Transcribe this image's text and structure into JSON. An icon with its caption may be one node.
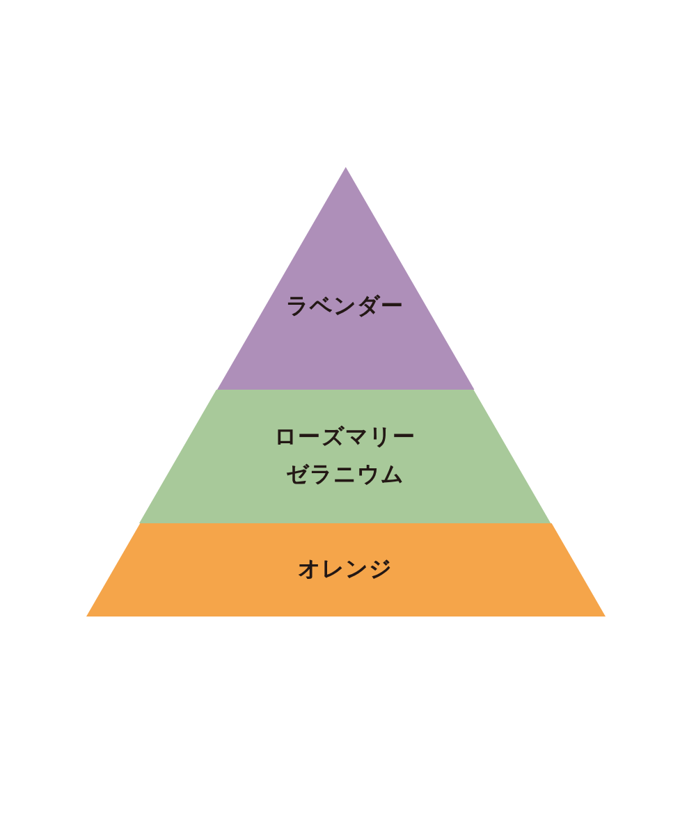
{
  "diagram": {
    "nodes": [
      {
        "text": [
          "ラベンダー"
        ]
      },
      {
        "text": [
          "ローズマリー",
          "ゼラニウム"
        ]
      },
      {
        "text": [
          "オレンジ"
        ]
      }
    ]
  }
}
